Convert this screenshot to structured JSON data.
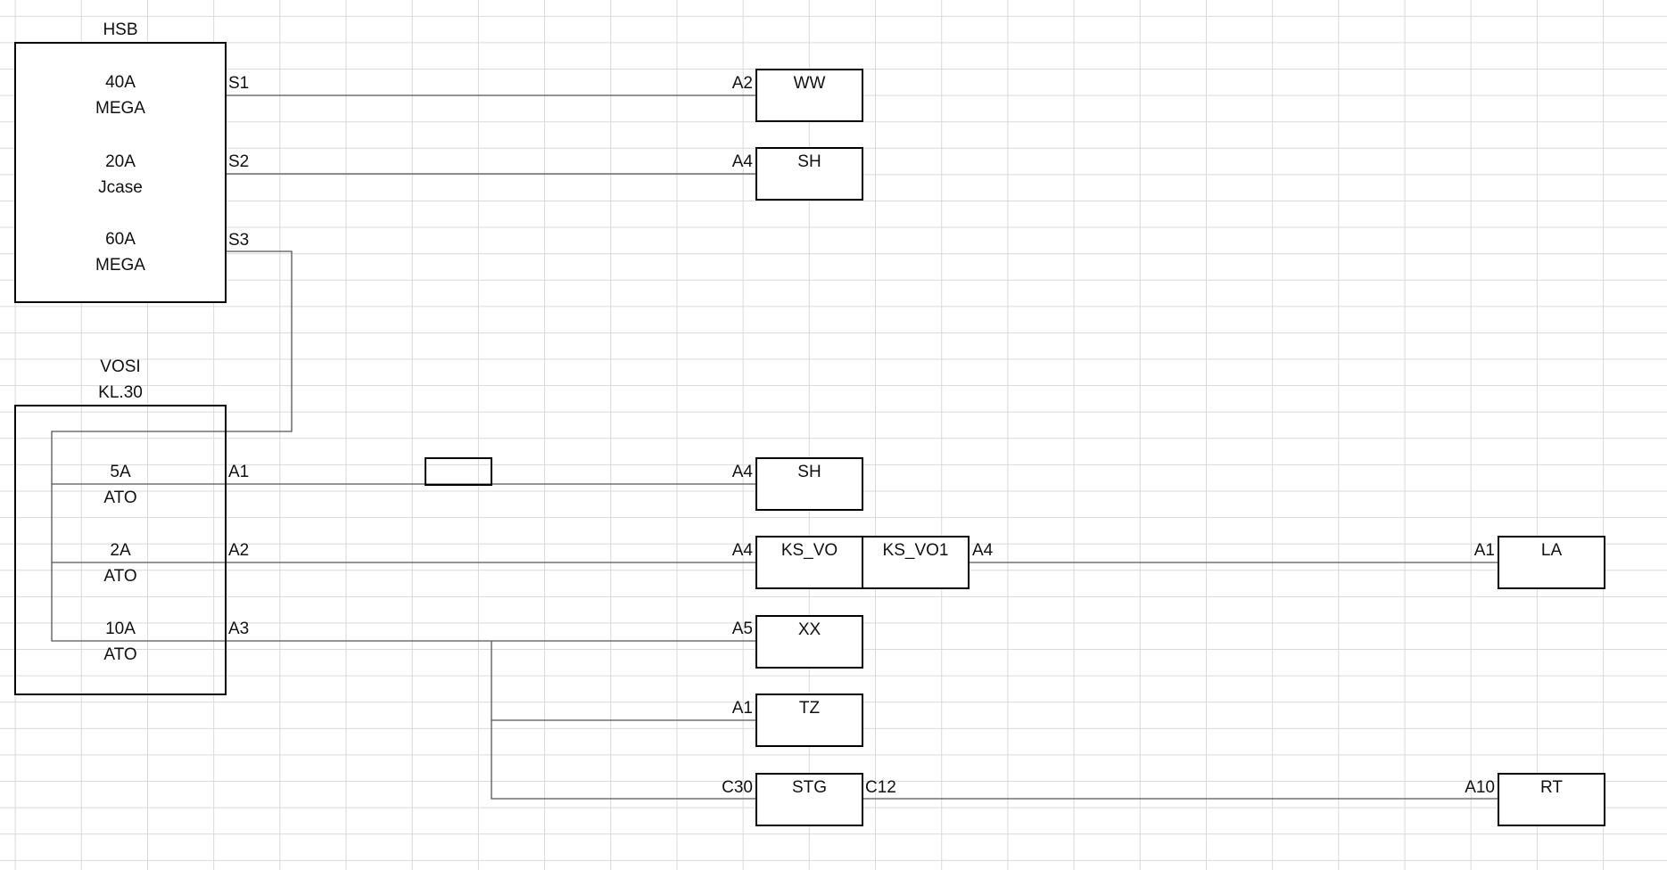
{
  "hsb": {
    "title": "HSB",
    "fuses": [
      {
        "rating": "40A",
        "type": "MEGA",
        "pin": "S1"
      },
      {
        "rating": "20A",
        "type": "Jcase",
        "pin": "S2"
      },
      {
        "rating": "60A",
        "type": "MEGA",
        "pin": "S3"
      }
    ]
  },
  "vosi": {
    "title": "VOSI",
    "subtitle": "KL.30",
    "fuses": [
      {
        "rating": "5A",
        "type": "ATO",
        "pin": "A1"
      },
      {
        "rating": "2A",
        "type": "ATO",
        "pin": "A2"
      },
      {
        "rating": "10A",
        "type": "ATO",
        "pin": "A3"
      }
    ]
  },
  "modules": {
    "ww": {
      "name": "WW",
      "pin": "A2"
    },
    "sh1": {
      "name": "SH",
      "pin": "A4"
    },
    "sh2": {
      "name": "SH",
      "pin": "A4"
    },
    "ksvo": {
      "name": "KS_VO",
      "pin": "A4"
    },
    "ksvo1": {
      "name": "KS_VO1",
      "pin": "A4"
    },
    "la": {
      "name": "LA",
      "pin": "A1"
    },
    "xx": {
      "name": "XX",
      "pin": "A5"
    },
    "tz": {
      "name": "TZ",
      "pin": "A1"
    },
    "stg": {
      "name": "STG",
      "pin_in": "C30",
      "pin_out": "C12"
    },
    "rt": {
      "name": "RT",
      "pin": "A10"
    }
  },
  "colors": {
    "grid": "#d9d9d9",
    "wire": "#555555",
    "border": "#000000"
  }
}
